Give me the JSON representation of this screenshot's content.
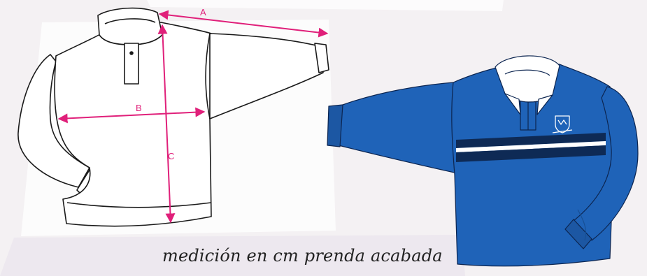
{
  "diagram": {
    "caption": "medición en cm prenda acabada",
    "measurements": [
      {
        "id": "A",
        "label": "A"
      },
      {
        "id": "B",
        "label": "B"
      },
      {
        "id": "C",
        "label": "C"
      }
    ]
  },
  "colors": {
    "measure_line": "#e0207a",
    "shirt_body": "#1f63b8",
    "stripe_dark": "#0e2a55",
    "stripe_light": "#ffffff",
    "collar": "#ffffff",
    "outline": "#1a1a1a"
  },
  "icons": {
    "badge": "crest-icon"
  }
}
